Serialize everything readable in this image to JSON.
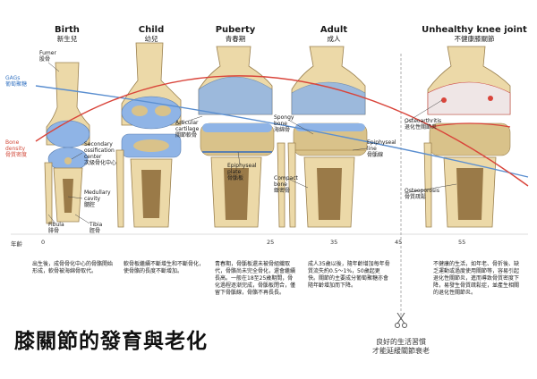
{
  "stages": [
    {
      "en": "Birth",
      "zh": "新生兒"
    },
    {
      "en": "Child",
      "zh": "幼兒"
    },
    {
      "en": "Puberty",
      "zh": "青春期"
    },
    {
      "en": "Adult",
      "zh": "成人"
    },
    {
      "en": "Unhealthy knee joint",
      "zh": "不健康膝關節"
    }
  ],
  "labels": {
    "femur": {
      "en": "Fumer",
      "zh": "股骨"
    },
    "gags": {
      "en": "GAGs",
      "zh": "葡萄聚糖"
    },
    "bone_density": {
      "en1": "Bone",
      "en2": "density",
      "zh": "骨質密度"
    },
    "secondary_ossification": {
      "en1": "Secondary",
      "en2": "ossification",
      "en3": "center",
      "zh": "次級骨化中心"
    },
    "medullary_cavity": {
      "en1": "Medullary",
      "en2": "cavity",
      "zh": "髓腔"
    },
    "fibula": {
      "en": "Fibula",
      "zh": "腓骨"
    },
    "tibia": {
      "en": "Tibia",
      "zh": "脛骨"
    },
    "articular_cartilage": {
      "en1": "Articular",
      "en2": "cartilage",
      "zh": "關節軟骨"
    },
    "epiphyseal_plate": {
      "en1": "Epiphyseal",
      "en2": "plate",
      "zh": "骨骺板"
    },
    "spongy_bone": {
      "en1": "Spongy",
      "en2": "bone",
      "zh": "海綿骨"
    },
    "compact_bone": {
      "en1": "Compact",
      "en2": "bone",
      "zh": "緻密骨"
    },
    "epiphyseal_line": {
      "en1": "Epiphyseal",
      "en2": "line",
      "zh": "骨骺線"
    },
    "osteoarthritis": {
      "en": "Osteoarthritis",
      "zh": "退化性關節炎"
    },
    "osteoporosis": {
      "en": "Osteoporosis",
      "zh": "骨質疏鬆"
    }
  },
  "age_axis": {
    "label": "年齡",
    "ticks": [
      "0",
      "25",
      "35",
      "45",
      "55"
    ]
  },
  "descriptions": [
    "出生後，成骨骨化中心的骨骼開始形成，軟骨被海綿骨取代。",
    "軟骨板繼續不斷增生和不斷骨化，使骨骼的長度不斷增加。",
    "青春期，骨骺板還未被骨組織取代，骨骼尚未完全骨化，還會繼續長高。一般在18至25歲期間，骨化過程逐漸完成，骨骺板閉合，僅留下骨骺線，骨骼不再長長。",
    "成人35歲以後，隨年齡增加每年骨質流失約0.5～1%，50歲起更快。關節的主要成分葡萄聚糖亦會隨年齡增加而下降。",
    "不健康的生活，如年老、骨折後、缺乏運動或過度使用關節等，容易引起退化性關節炎，進而導致骨質密度下降，易發生骨質疏鬆症，並產生相關的退化性關節炎。"
  ],
  "title": "膝關節的發育與老化",
  "bottom_note": {
    "line1": "良好的生活習慣",
    "line2": "才能延緩關節衰老"
  },
  "colors": {
    "gags_line": "#5b8fd0",
    "density_line": "#d9443a",
    "cartilage": "#8fb4e6",
    "bone": "#ecd9a8",
    "marrow": "#9a7a48"
  }
}
